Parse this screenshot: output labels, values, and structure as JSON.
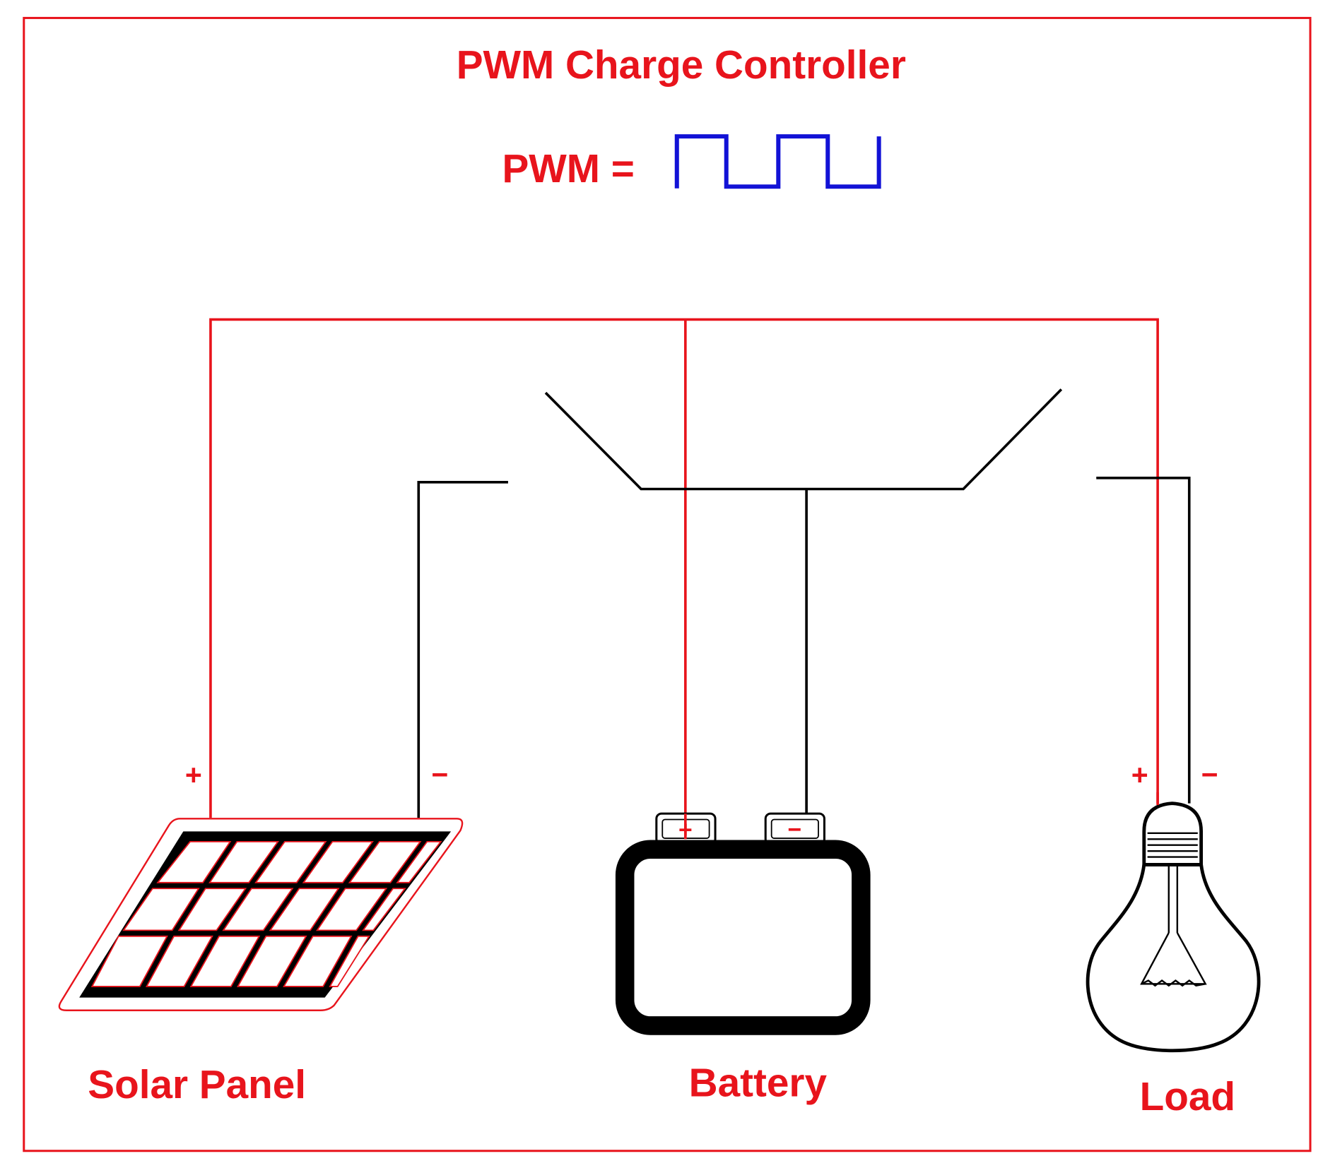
{
  "title": "PWM Charge Controller",
  "pwm_label": "PWM =",
  "components": {
    "solar_panel": {
      "label": "Solar Panel",
      "positive": "+",
      "negative": "−"
    },
    "battery": {
      "label": "Battery",
      "positive": "+",
      "negative": "−"
    },
    "load": {
      "label": "Load",
      "positive": "+",
      "negative": "−"
    }
  },
  "colors": {
    "red": "#e8141c",
    "blue": "#1212d6",
    "black": "#000000"
  }
}
